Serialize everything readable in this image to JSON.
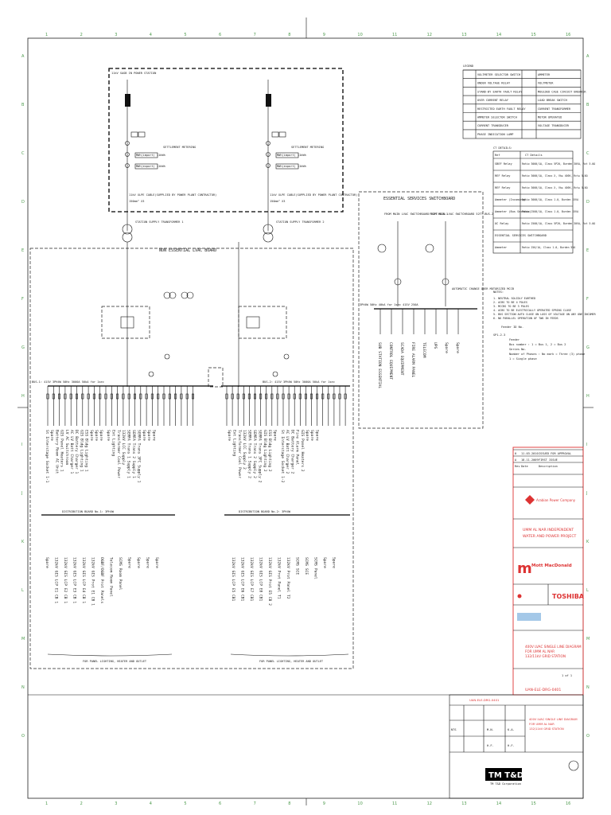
{
  "grid_top": [
    "1",
    "2",
    "3",
    "4",
    "5",
    "6",
    "7",
    "8",
    "9",
    "10",
    "11",
    "12",
    "13",
    "14",
    "15",
    "16"
  ],
  "grid_side": [
    "A",
    "B",
    "C",
    "D",
    "E",
    "F",
    "G",
    "H",
    "I",
    "J",
    "K",
    "L",
    "M",
    "N",
    "O"
  ],
  "substation_label": "11kV SAGB IN POWER STATION",
  "metering": {
    "title": "SETTLEMENT METERING",
    "mwh_in": "MWh(import) 11kWh",
    "mwh_out": "MWh(export) 11kWh",
    "cable_left": "11kV XLPE CABLE(SUPPLIED BY POWER PLANT CONTRACTOR)",
    "cable_right": "11kV XLPE CABLE(SUPPLIED BY POWER PLANT CONTRACTOR)",
    "cable_spec_left": "150mm² X3",
    "cable_spec_right": "150mm² X3"
  },
  "transformers": [
    "STATION SUPPLY TRANSFORMER 1",
    "STATION SUPPLY TRANSFORMER 2"
  ],
  "non_essential_title": "NON ESSENTIAL LVAC BOARD",
  "essential_title": "ESSENTIAL SERVICES SWITCHBOARD",
  "from_main_1": "FROM MAIN LVAC SWITCHBOARD 52TT-BUS-1",
  "from_main_2": "FROM MAIN LVAC SWITCHBOARD 52TT-BUS-2",
  "auto_changeover": "AUTOMATIC CHANGE OVER MOTORIZED MCCB",
  "bus1": "BUS-1: 415V 3PH4W 50Hz 3000A 50kA for 1sec",
  "bus2": "BUS-2: 415V 3PH4W 50Hz 3000A 50kA for 1sec",
  "ess_bus": "3PH4W 50Hz 40kA for 1sec   415V 250A",
  "feeders_bus1": [
    "St Interstage Socket 1-1",
    "Spare",
    "Battery Room AC Unit",
    "GIS Panel Heaters 1",
    "LV AC Switchroom",
    "AC LV Batt Charger 1",
    "DC Battery Charger 1",
    "GIS Bldg Lighting 1",
    "ESS Bldg Lighting 1",
    "Spare",
    "Spare",
    "Spare"
  ],
  "feeders_bus1b": [
    "Spare",
    "Ext Lighting",
    "Transformer Cool Power",
    "132kV LCC Supply",
    "SEMFA Trans 1 Supply 1",
    "SEMFA Trans 2 Supply 1",
    "SEMFA Trans 3FC Supply 1",
    "Spare",
    "Spare",
    "Spare"
  ],
  "feeders_bus2": [
    "Spare",
    "Ext Lighting",
    "Transformer Cool Power",
    "132kV LCC Supply 2",
    "SEMFA Trans 1 Supply 2",
    "SEMFA Trans 2 Supply 2",
    "SEMFA Trans 3FC Supply 2",
    "GIS Bldg Lighting 2",
    "ESS Bldg Lighting 2",
    "Spare"
  ],
  "feeders_bus2b": [
    "St Interstage Socket 1-2",
    "AC LV Batt Charger 2",
    "DC Battery Charger 2",
    "Fire Alarm Panel",
    "GIS Panel Heaters 2",
    "Spare",
    "Spare",
    "Spare"
  ],
  "feeders_ess": [
    "SUB STATION ESSENTIAL",
    "CONTROL EQUIPMENT",
    "SCADA EQUIPMENT",
    "FIRE ALARM PANEL",
    "TELECOM",
    "UPS",
    "Spare",
    "Spare"
  ],
  "dist_board_1": "DISTRIBUTION BOARD No.1: 3PH4W",
  "dist_board_2": "DISTRIBUTION BOARD No.2: 3PH4W",
  "dist_feeders_1": [
    "Spare",
    "132kV GIS LCP E1 CB 1",
    "132kV GIS LCP E2 CB 1",
    "132kV GIS LCP E3 CB 1",
    "132kV GIS LCP E4 CB 1",
    "132kV GIS Prot E1 CB 1",
    "OGBF/OGBF Prot Panels",
    "Telecom Room Panel",
    "SCMS Room Panel",
    "Spare",
    "Spare",
    "Spare",
    "Spare"
  ],
  "dist_feeders_2": [
    "132kV GIS LCP E5 CB1",
    "132kV GIS LCP E6 CB1",
    "132kV GIS LCP E7 CB1",
    "132kV GIS LCP E8 CB1",
    "132kV GIS Prot E5 CB 2",
    "132kV Prot Panel T1",
    "132kV Prot Panel T2",
    "SCMS SCE",
    "SCMS SCE",
    "SCMS Panel",
    "Spare",
    "Spare"
  ],
  "panel_note_1": "FOR PANEL LIGHTING, HEATER AND OUTLET",
  "panel_note_2": "FOR PANEL LIGHTING, HEATER AND OUTLET",
  "legend": {
    "title": "LEGEND",
    "rows": [
      [
        "VOLTMETER SELECTOR SWITCH",
        "AMMETER"
      ],
      [
        "UNDER VOLTAGE RELAY",
        "VOLTMETER"
      ],
      [
        "STAND-BY EARTH FAULT RELAY",
        "MOULDED CASE CIRCUIT BREAKER"
      ],
      [
        "OVER CURRENT RELAY",
        "LOAD BREAK SWITCH"
      ],
      [
        "RESTRICTED EARTH FAULT RELAY",
        "CURRENT TRANSFORMER"
      ],
      [
        "AMMETER SELECTOR SWITCH",
        "MOTOR OPERATED"
      ],
      [
        "CURRENT TRANSDUCER",
        "VOLTAGE TRANSDUCER"
      ],
      [
        "PHASE INDICATION LAMP",
        ""
      ]
    ]
  },
  "ct_details": {
    "title": "CT DETAILS:",
    "header": [
      "Ref",
      "CT Details"
    ],
    "rows": [
      [
        "SBEF Relay",
        "Ratio 3000/1A, Class 5P20, Burden 30VA, Rct 5.0Ω"
      ],
      [
        "REF Relay",
        "Ratio 3000/1A, Class X, Vk≥ 400V, Rct≤ 5.0Ω"
      ],
      [
        "REF Relay",
        "Ratio 3000/1A, Class X, Vk≥ 400V, Rct≤ 5.0Ω"
      ],
      [
        "Ammeter (Incoming)",
        "Ratio 3000/1A, Class 1.0, Burden 15VA"
      ],
      [
        "Ammeter (Bus Section)",
        "Ratio 2500/1A, Class 1.0, Burden 15VA"
      ],
      [
        "OC Relay",
        "Ratio 2500/1A, Class 5P20, Burden 30VA, Rct 5.0Ω"
      ],
      [
        "ESSENTIAL SERVICES SWITCHBOARD",
        ""
      ],
      [
        "Ammeter",
        "Ratio 250/1A, Class 1.0, Burden 5VA"
      ]
    ]
  },
  "notes": {
    "title": "NOTES:",
    "items": [
      "1. NEUTRAL SOLIDLY EARTHED",
      "2. ACBS TO BE 4 POLES",
      "3. MCCBS TO BE 3 POLES",
      "4. ACBS TO BE ELECTRICALLY OPERATED SPRING CLOSE",
      "5. BUS SECTION AUTO CLOSE ON LOSS OF VOLTAGE ON ANY ONE INCOMER",
      "6. NO PARALLEL OPERATION OF TWO IN FEEDS"
    ]
  },
  "feeder_id": {
    "title": "Feeder ID No.",
    "code": "SP1-2-3",
    "lines": [
      "Feeder",
      "Bus number : 1 = Bus 1, 2 = Bus 2",
      "Series No.",
      "Number of Phases : No mark = Three (3) phase",
      "1 = Single phase"
    ]
  },
  "title_block": {
    "client": "Arabian Power Company",
    "project_line1": "UMM AL NAR INDEPENDENT",
    "project_line2": "WATER AND POWER PROJECT",
    "consultant": "Mott MacDonald",
    "contractor_logo": "TOSHIBA",
    "subcontractor": "TM T&D",
    "drawing_title": [
      "400V LVAC SINGLE LINE DIAGRAM",
      "FOR UMM AL NAR",
      "132/11kV GRID STATION"
    ],
    "rev_rows": [
      [
        "0",
        "11.03.2010",
        "ISSUED FOR APPROVAL"
      ],
      [
        "A",
        "18.11.2009",
        "FIRST ISSUE"
      ],
      [
        "Rev",
        "Date",
        "Description"
      ]
    ],
    "drawing_no": "UAN-ELE-DRG-0401",
    "scale": "NTS",
    "sheet": "1 of 1",
    "drawn": "M.N.",
    "checked": "K.A.",
    "approved": "H.F.",
    "designed": "H.F.",
    "company": "TM T&D Corporation"
  }
}
